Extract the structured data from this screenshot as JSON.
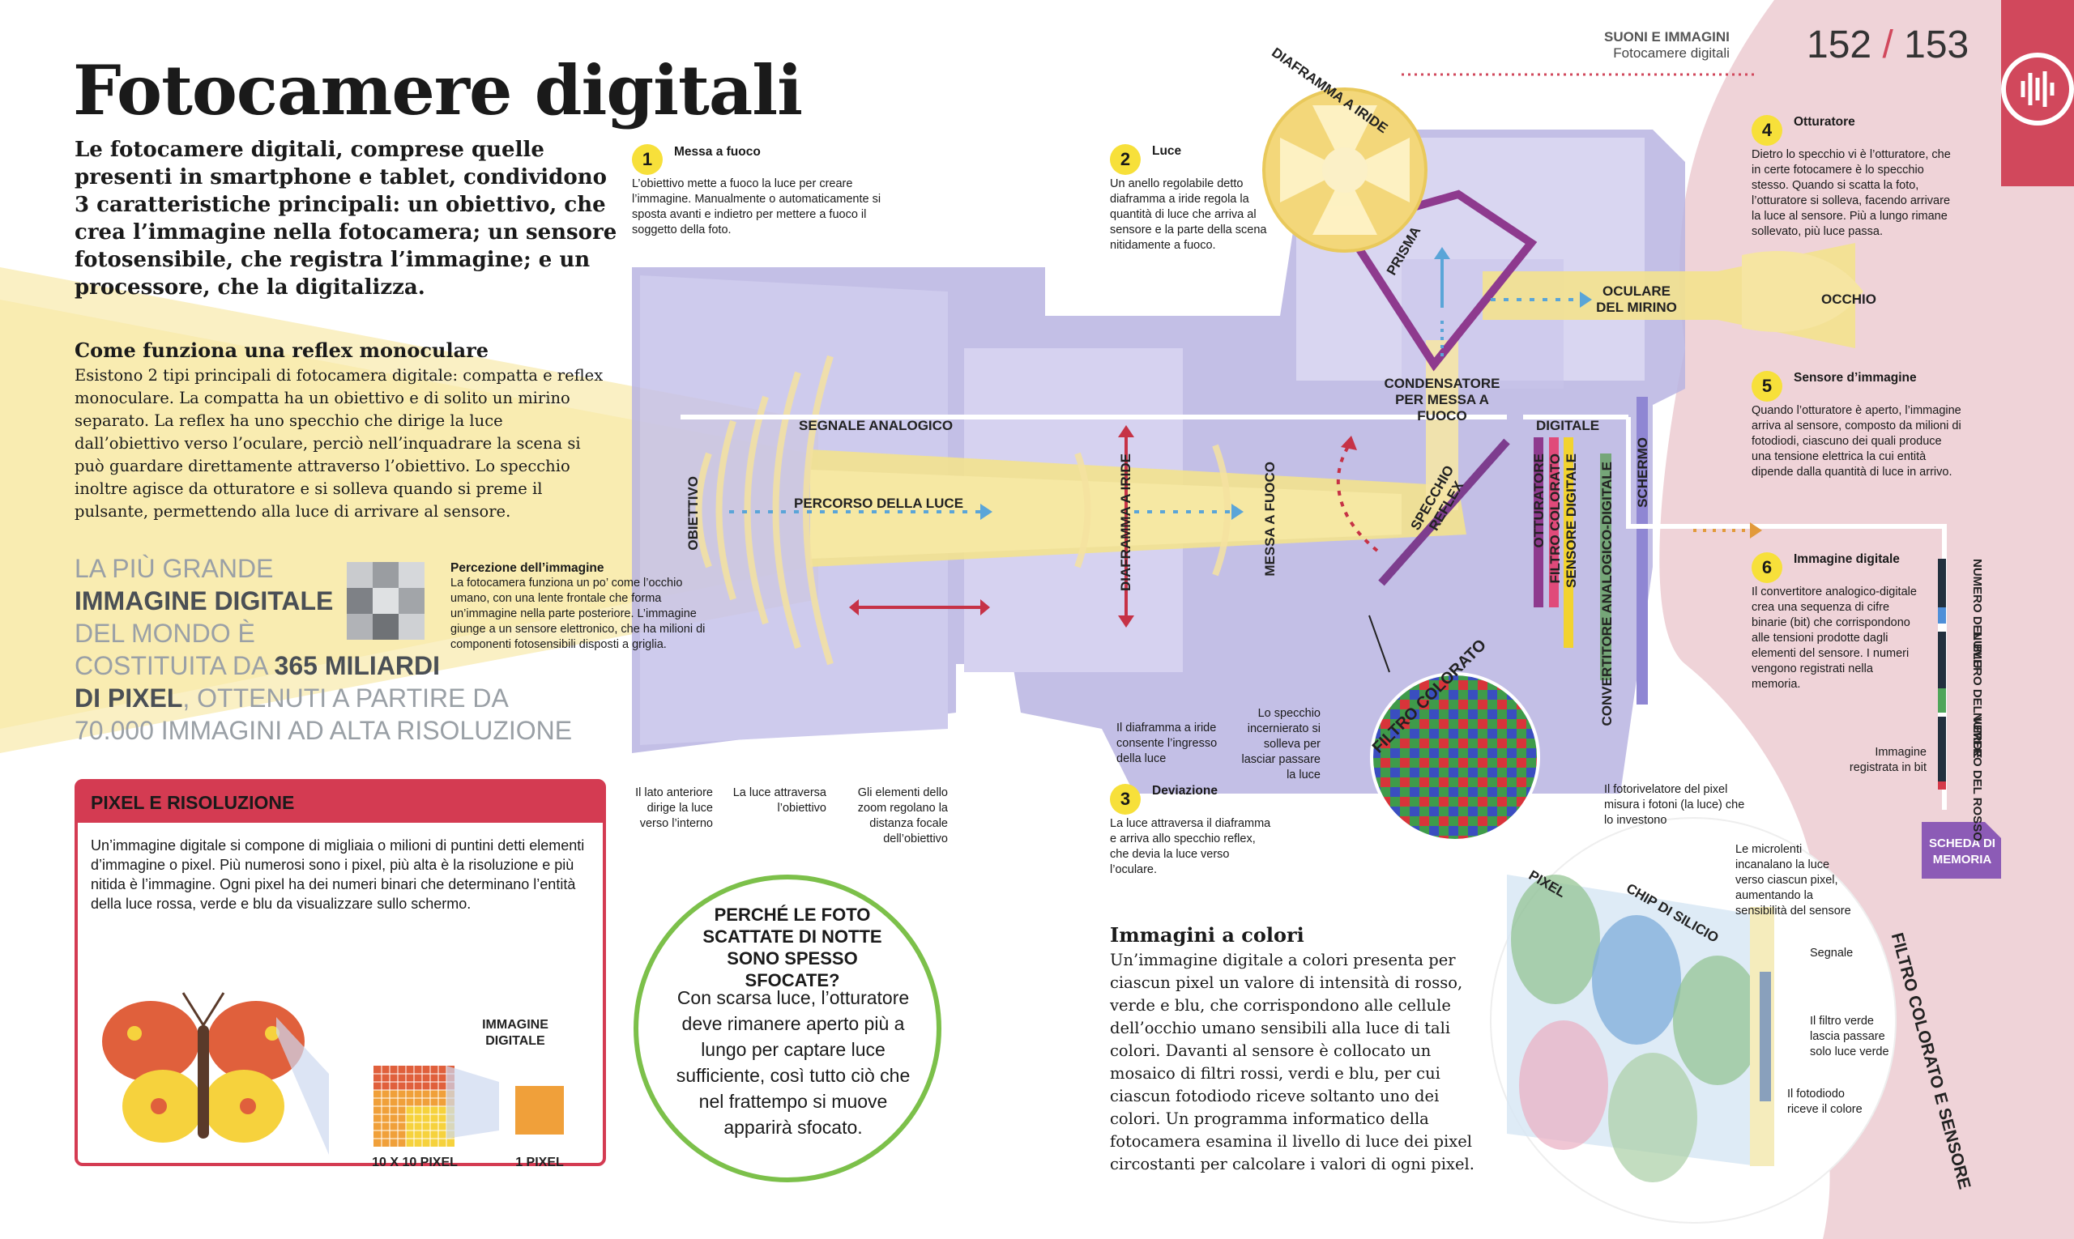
{
  "header": {
    "section": "SUONI E IMMAGINI",
    "subsection": "Fotocamere digitali",
    "page_left": "152",
    "page_sep": "/",
    "page_right": "153"
  },
  "title": "Fotocamere digitali",
  "intro": "Le fotocamere digitali, comprese quelle presenti in smartphone e tablet, condividono 3 caratteristiche principali: un obiettivo, che crea l’immagine nella fotocamera; un sensore fotosensibile, che registra l’immagine; e un processore, che la digitalizza.",
  "reflex": {
    "heading": "Come funziona una reflex monoculare",
    "body": "Esistono 2 tipi principali di fotocamera digitale: compatta e reflex monoculare. La compatta ha un obiettivo e di solito un mirino separato. La reflex ha uno specchio che dirige la luce dall’obiettivo verso l’oculare, perciò nell’inquadrare la scena si può guardare direttamente attraverso l’obiettivo. Lo specchio inoltre agisce da otturatore e si solleva quando si preme il pulsante, permettendo alla luce di arrivare al sensore."
  },
  "fact": {
    "p1": "LA PIÙ GRANDE",
    "p2": "IMMAGINE DIGITALE",
    "p3": "DEL MONDO È",
    "p4": "COSTITUITA DA",
    "p5": "365 MILIARDI",
    "p6": "DI PIXEL",
    "p7": ", OTTENUTI A PARTIRE DA",
    "p8": "70.000 IMMAGINI AD ALTA RISOLUZIONE"
  },
  "perception": {
    "title": "Percezione dell’immagine",
    "body": "La fotocamera funziona un po’ come l’occhio umano, con una lente frontale che forma un’immagine nella parte posteriore. L’immagine giunge a un sensore elettronico, che ha milioni di componenti fotosensibili disposti a griglia."
  },
  "pixel_box": {
    "heading": "PIXEL E RISOLUZIONE",
    "body": "Un’immagine digitale si compone di migliaia o milioni di puntini detti elementi d’immagine o pixel. Più numerosi sono i pixel, più alta è la risoluzione e più nitida è l’immagine. Ogni pixel ha dei numeri binari che determinano l’entità della luce rossa, verde e blu da visualizzare sullo schermo.",
    "label_image": "IMMAGINE DIGITALE",
    "label_10": "10 X 10 PIXEL",
    "label_1": "1 PIXEL"
  },
  "question": {
    "title": "PERCHÉ LE FOTO SCATTATE DI NOTTE SONO SPESSO SFOCATE?",
    "body": "Con scarsa luce, l’otturatore deve rimanere aperto più a lungo per captare luce sufficiente, così tutto ciò che nel frattempo si muove apparirà sfocato."
  },
  "steps": [
    {
      "n": "1",
      "title": "Messa a fuoco",
      "body": "L’obiettivo mette a fuoco la luce per creare l’immagine. Manualmente o automaticamente si sposta avanti e indietro per mettere a fuoco il soggetto della foto."
    },
    {
      "n": "2",
      "title": "Luce",
      "body": "Un anello regolabile detto diaframma a iride regola la quantità di luce che arriva al sensore e la parte della scena nitidamente a fuoco."
    },
    {
      "n": "3",
      "title": "Deviazione",
      "body": "La luce attraversa il diaframma e arriva allo specchio reflex, che devia la luce verso l’oculare."
    },
    {
      "n": "4",
      "title": "Otturatore",
      "body": "Dietro lo specchio vi è l’otturatore, che in certe fotocamere è lo specchio stesso. Quando si scatta la foto, l’otturatore si solleva, facendo arrivare la luce al sensore. Più a lungo rimane sollevato, più luce passa."
    },
    {
      "n": "5",
      "title": "Sensore d’immagine",
      "body": "Quando l’otturatore è aperto, l’immagine arriva al sensore, composto da milioni di fotodiodi, ciascuno dei quali produce una tensione elettrica la cui entità dipende dalla quantità di luce in arrivo."
    },
    {
      "n": "6",
      "title": "Immagine digitale",
      "body": "Il convertitore analogico-digitale crea una sequenza di cifre binarie (bit) che corrispondono alle tensioni prodotte dagli elementi del sensore. I numeri vengono registrati nella memoria."
    }
  ],
  "diagram": {
    "iris": "DIAFRAMMA A IRIDE",
    "prism": "PRISMA",
    "eyepiece": "OCULARE DEL MIRINO",
    "eye": "OCCHIO",
    "condenser": "CONDENSATORE PER MESSA A FUOCO",
    "analog": "SEGNALE ANALOGICO",
    "digital": "DIGITALE",
    "lens": "OBIETTIVO",
    "path": "PERCORSO DELLA LUCE",
    "iris_v": "DIAFRAMMA A IRIDE",
    "focus": "MESSA A FUOCO",
    "mirror": "SPECCHIO REFLEX",
    "shutter": "OTTURATORE",
    "filter": "FILTRO COLORATO",
    "sensor": "SENSORE DIGITALE",
    "adc": "CONVERTITORE ANALOGICO-DIGITALE",
    "screen": "SCHERMO",
    "filter_big": "FILTRO COLORATO",
    "card": "SCHEDA DI MEMORIA",
    "blue_num": "NUMERO DEL BLU",
    "green_num": "NUMERO DEL VERDE",
    "red_num": "NUMERO DEL ROSSO",
    "stored": "Immagine registrata in bit",
    "cap_front": "Il lato anteriore dirige la luce verso l’interno",
    "cap_lens": "La luce attraversa l’obiettivo",
    "cap_zoom": "Gli elementi dello zoom regolano la distanza focale dell’obiettivo",
    "cap_iris": "Il diaframma a iride consente l’ingresso della luce",
    "cap_mirror": "Lo specchio incernierato si solleva per lasciar passare la luce"
  },
  "colors_section": {
    "heading": "Immagini a colori",
    "body": "Un’immagine digitale a colori presenta per ciascun pixel un valore di intensità di rosso, verde e blu, che corrispondono alle cellule dell’occhio umano sensibili alla luce di tali colori. Davanti al sensore è collocato un mosaico di filtri rossi, verdi e blu, per cui ciascun fotodiodo riceve soltanto uno dei colori. Un programma informatico della fotocamera esamina il livello di luce dei pixel circostanti per calcolare i valori di ogni pixel."
  },
  "sensor_zoom": {
    "title": "FILTRO COLORATO E SENSORE",
    "pixel": "PIXEL",
    "chip": "CHIP DI SILICIO",
    "c1": "Il fotorivelatore del pixel misura i fotoni (la luce) che lo investono",
    "c2": "Le microlenti incanalano la luce verso ciascun pixel, aumentando la sensibilità del sensore",
    "c3": "Segnale",
    "c4": "Il filtro verde lascia passare solo luce verde",
    "c5": "Il fotodiodo riceve il colore"
  }
}
